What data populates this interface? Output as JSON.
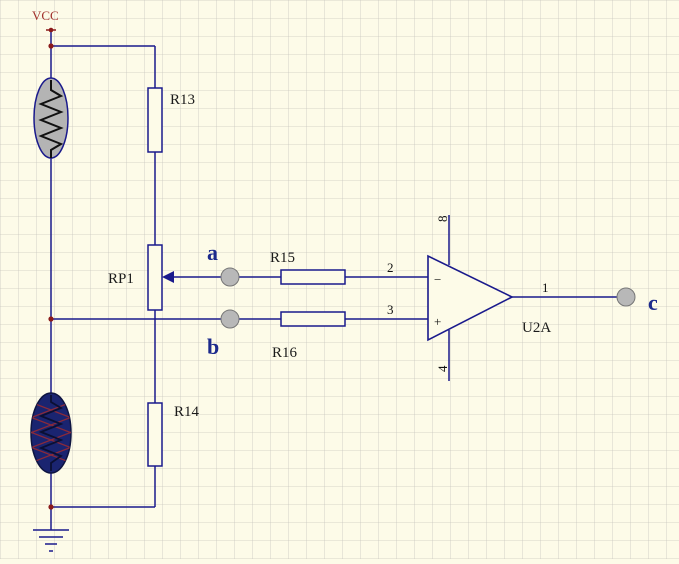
{
  "labels": {
    "vcc": "VCC",
    "r13": "R13",
    "r14": "R14",
    "r15": "R15",
    "r16": "R16",
    "rp1": "RP1",
    "u2a": "U2A",
    "node_a": "a",
    "node_b": "b",
    "node_c": "c",
    "pin_2": "2",
    "pin_3": "3",
    "pin_1": "1",
    "pin_8": "8",
    "pin_4": "4",
    "minus": "−",
    "plus": "+"
  },
  "colors": {
    "background": "#fdfbe8",
    "grid": "#c9c7c0",
    "wire": "#1a1a8c",
    "component_outline": "#1a1a8c",
    "junction": "#8b1a1a",
    "terminal_fill": "#b8b8b8",
    "photoresistor_fill": "#b4b4b4",
    "thermistor_fill": "#1a2470",
    "text_blue": "#1c2a8c",
    "vcc_text": "#a0302a"
  }
}
